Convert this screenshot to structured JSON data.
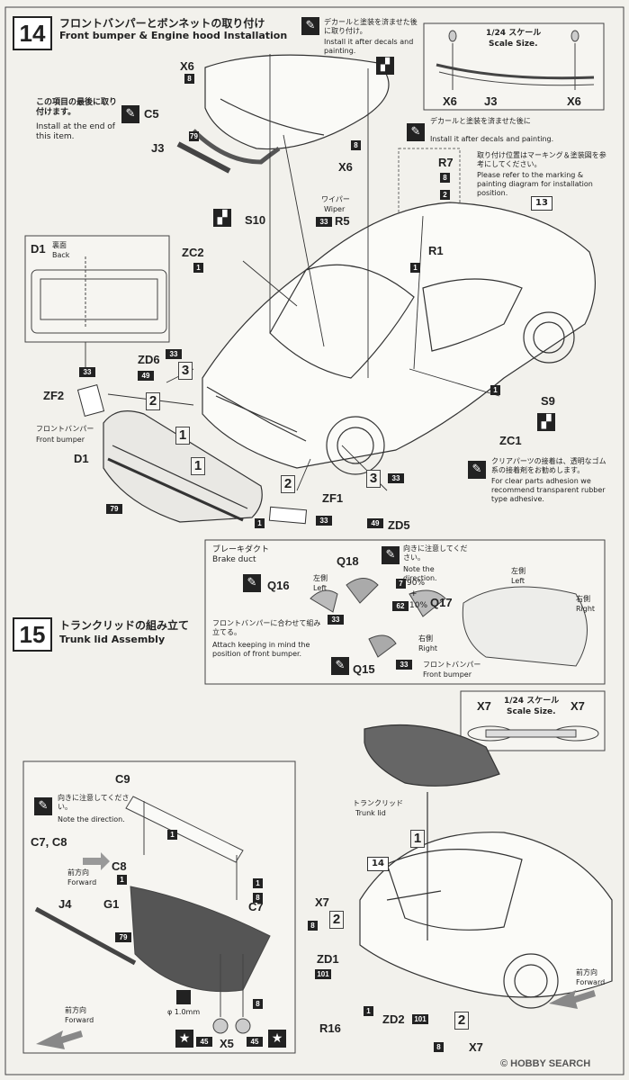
{
  "step14": {
    "number": "14",
    "title_jp": "フロントバンパーとボンネットの取り付け",
    "title_en": "Front bumper & Engine hood Installation",
    "decal_note_jp": "デカールと塗装を済ませた後に取り付け。",
    "decal_note_en": "Install it after decals and painting.",
    "last_item_jp": "この項目の最後に取り付けます。",
    "last_item_en": "Install at the end of this item.",
    "scale_label_jp": "1/24 スケール",
    "scale_label_en": "Scale Size.",
    "decal_paint_note_jp": "デカールと塗装を済ませた後に",
    "decal_paint_note_en": "Install it after decals and painting.",
    "marking_note_jp": "取り付け位置はマーキング＆塗装図を参考にしてください。",
    "marking_note_en": "Please refer to the marking & painting diagram for installation position.",
    "back_jp": "裏面",
    "back_en": "Back",
    "wiper_jp": "ワイパー",
    "wiper_en": "Wiper",
    "front_bumper_jp": "フロントバンパー",
    "front_bumper_en": "Front bumper",
    "clear_note_jp": "クリアパーツの接着は、透明なゴム系の接着剤をお勧めします。",
    "clear_note_en": "For clear parts adhesion we recommend transparent rubber type adhesive.",
    "brake_duct_jp": "ブレーキダクト",
    "brake_duct_en": "Brake duct",
    "direction_note_jp": "向きに注意してください。",
    "direction_note_en": "Note the direction.",
    "left_jp": "左側",
    "left_en": "Left",
    "right_jp": "右側",
    "right_en": "Right",
    "mix_90": "90%",
    "mix_plus": "+",
    "mix_10": "10%",
    "attach_note_jp": "フロントバンパーに合わせて組み立てる。",
    "attach_note_en": "Attach keeping in mind the position of front bumper.",
    "ref_13": "13",
    "parts": {
      "x6": "X6",
      "c5": "C5",
      "j3": "J3",
      "r7": "R7",
      "r1": "R1",
      "s10": "S10",
      "zc2": "ZC2",
      "r5": "R5",
      "d1": "D1",
      "zd6": "ZD6",
      "zf2": "ZF2",
      "s9": "S9",
      "zc1": "ZC1",
      "zf1": "ZF1",
      "zd5": "ZD5",
      "q18": "Q18",
      "q16": "Q16",
      "q17": "Q17",
      "q15": "Q15"
    },
    "colors": {
      "c8": "8",
      "c79": "79",
      "c2": "2",
      "c1": "1",
      "c33": "33",
      "c49": "49",
      "c7": "7",
      "c62": "62"
    },
    "steps": {
      "s1": "1",
      "s2": "2",
      "s3": "3"
    }
  },
  "step15": {
    "number": "15",
    "title_jp": "トランクリッドの組み立て",
    "title_en": "Trunk lid Assembly",
    "scale_label_jp": "1/24 スケール",
    "scale_label_en": "Scale Size.",
    "direction_note_jp": "向きに注意してください。",
    "direction_note_en": "Note the direction.",
    "forward_jp": "前方向",
    "forward_en": "Forward",
    "trunk_lid_jp": "トランクリッド",
    "trunk_lid_en": "Trunk lid",
    "drill": "φ 1.0mm",
    "ref_14": "14",
    "parts": {
      "x7": "X7",
      "c9": "C9",
      "c7c8": "C7, C8",
      "c8": "C8",
      "c7": "C7",
      "j4": "J4",
      "g1": "G1",
      "x5": "X5",
      "zd1": "ZD1",
      "zd2": "ZD2",
      "r16": "R16"
    },
    "colors": {
      "c1": "1",
      "c79": "79",
      "c8": "8",
      "c45": "45",
      "c101": "101"
    },
    "steps": {
      "s1": "1",
      "s2": "2"
    }
  },
  "watermark": "© HOBBY SEARCH",
  "icons": [
    "paintbrush-icon",
    "decal-icon",
    "star-icon",
    "arrow-icon"
  ]
}
